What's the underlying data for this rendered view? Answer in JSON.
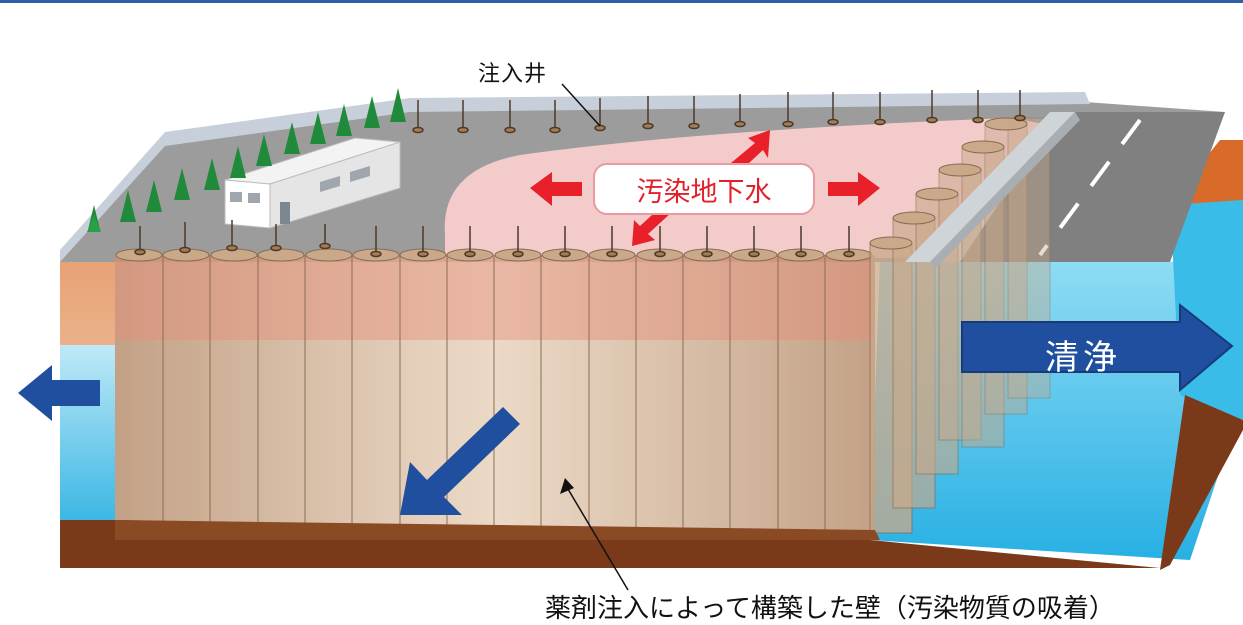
{
  "labels": {
    "injection_well": "注入井",
    "contaminated_groundwater": "汚染地下水",
    "clean": "清浄",
    "wall_caption": "薬剤注入によって構築した壁（汚染物質の吸着）"
  },
  "colors": {
    "contamination_arrow": "#e8202a",
    "flow_arrow": "#1f4f9e",
    "contaminated_zone": "#f9cfcf",
    "ground_surface": "#9b9b9b",
    "groundwater": "#3fc3ea",
    "column": "#c9a98a",
    "bedrock": "#7a3a1a"
  },
  "icons": [
    "tree-icon",
    "building-icon",
    "road-icon",
    "injection-well-icon",
    "arrow-icon"
  ]
}
